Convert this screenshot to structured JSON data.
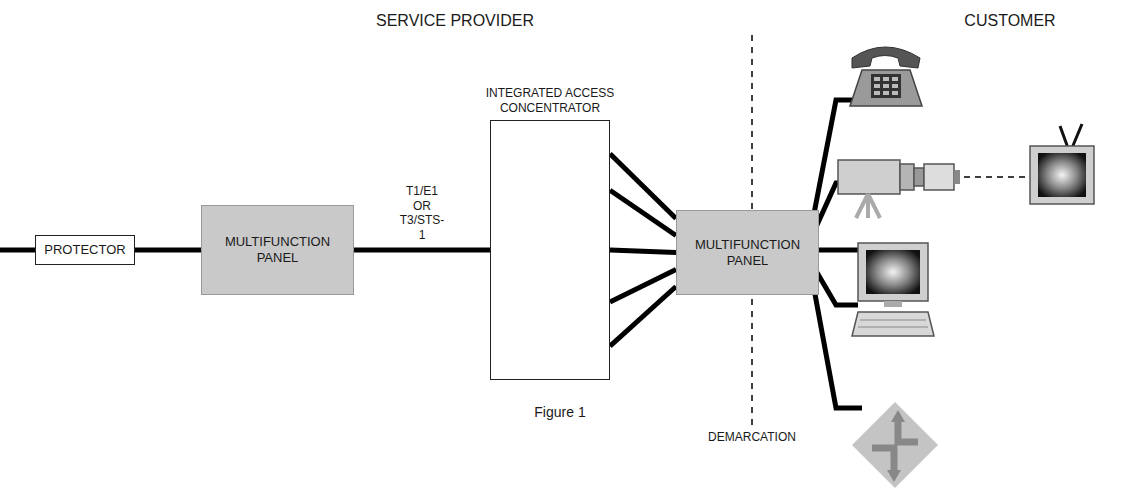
{
  "diagram": {
    "caption": "Figure 1",
    "nodes": [
      {
        "text": [
          "PROTECTOR"
        ]
      },
      {
        "text": [
          "MULTIFUNCTION PANEL"
        ]
      },
      {
        "text": [
          "INTEGRATED ACCESS CONCENTRATOR"
        ]
      },
      {
        "text": [
          "MULTIFUNCTION PANEL"
        ]
      }
    ],
    "edges": [
      {
        "from": 0,
        "to": 1,
        "arrow": "none"
      },
      {
        "from": 1,
        "to": 2,
        "arrow": "none",
        "label": "T1/E1 OR T3/STS-1"
      },
      {
        "from": 2,
        "to": 3,
        "arrow": "none"
      },
      {
        "from": 2,
        "to": 3,
        "arrow": "none"
      },
      {
        "from": 2,
        "to": 3,
        "arrow": "none"
      },
      {
        "from": 2,
        "to": 3,
        "arrow": "none"
      },
      {
        "from": 2,
        "to": 3,
        "arrow": "none"
      }
    ],
    "labels": [
      "SERVICE PROVIDER",
      "CUSTOMER",
      "DEMARCATION"
    ]
  }
}
